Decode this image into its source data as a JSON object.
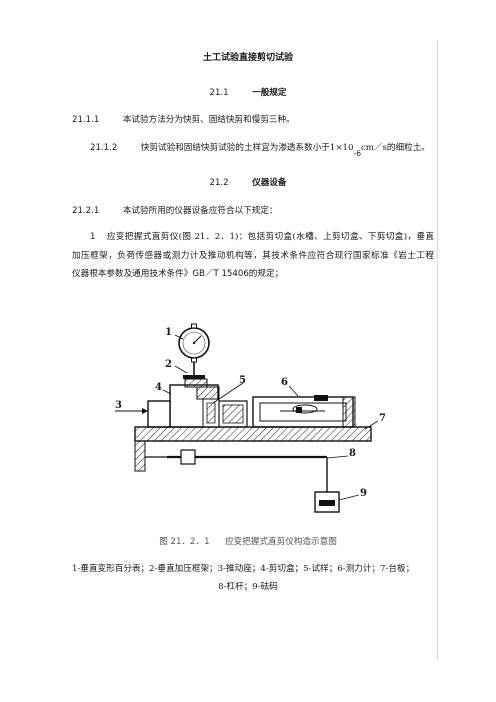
{
  "doc": {
    "title": "土工试验直接剪切试验",
    "section1": {
      "num": "21.1",
      "title": "一般规定"
    },
    "item_2111": {
      "num": "21.1.1",
      "text": "本试验方法分为快剪、固结快剪和慢剪三种。"
    },
    "item_2112": {
      "num": "21.1.2",
      "text_a": "快剪试验和固结快剪试验的土样宜为渗透系数小于1×10",
      "exp": "-6",
      "unit": "cm／s的细粒土。"
    },
    "section2": {
      "num": "21.2",
      "title": "仪器设备"
    },
    "item_2121": {
      "num": "21.2.1",
      "text": "本试验所用的仪器设备应符合以下规定："
    },
    "item_1": {
      "num": "1",
      "line1": "应变把握式直剪仪(图 21．2．1)：包括剪切盒(水槽、上剪切盒、下剪切盒)，垂直",
      "line2": "加压框架，负荷传感器或测力计及推动机构等，其技术条件应符合现行国家标准《岩土工程",
      "line3a": "仪器根本参数及通用技术条件》",
      "line3b": "GB／T  15406",
      "line3c": "的规定；"
    },
    "figure": {
      "labels": [
        "1",
        "2",
        "3",
        "4",
        "5",
        "6",
        "7",
        "8",
        "9"
      ],
      "caption_num": "图 21．2．1",
      "caption_text": "应变把握式直剪仪构造示意图",
      "legend_line1": "1-垂直变形百分表；2-垂直加压框架；3-推动座；4-剪切盒；5-试样；6-测力计；7-台板；",
      "legend_line2": "8-杠杆；9-砝码"
    }
  }
}
